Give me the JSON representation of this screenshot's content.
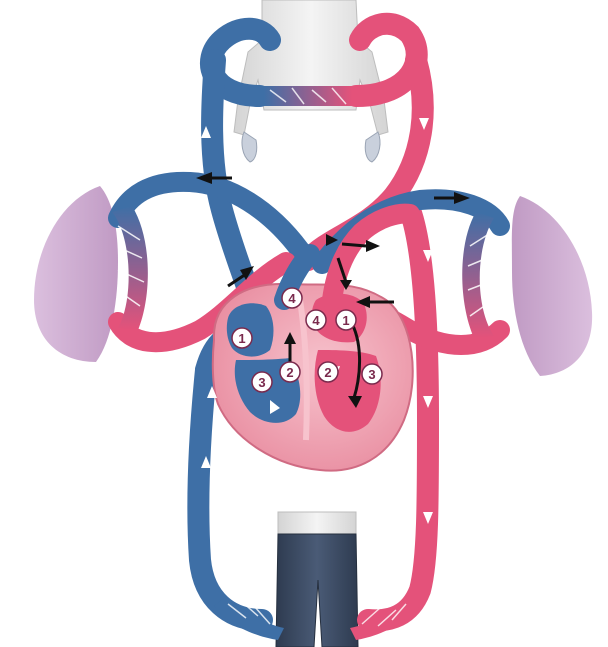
{
  "colors": {
    "oxygenated": "#e4527a",
    "oxygenated_light": "#f5a0b5",
    "deoxygenated": "#3e6fa6",
    "deoxygenated_light": "#7ea6d1",
    "lung": "#c9a3cc",
    "heart_outer": "#f2b3bf",
    "badge_fill": "#ffffff",
    "badge_text": "#7a2a4d",
    "arrow_dark": "#111111",
    "arrow_light": "#ffffff",
    "shirt": "#e6e6e6",
    "jeans": "#3b4a60",
    "skin": "#c9d0dc"
  },
  "labels": {
    "right_atrium": "1",
    "right_ventricle_entry": "2",
    "right_ventricle": "3",
    "pulmonary_trunk": "4",
    "left_atrium": "1",
    "left_ventricle_entry": "2",
    "left_ventricle": "3",
    "aorta": "4"
  },
  "icons": {
    "upper_body": "upper-body-figure-icon",
    "lower_body": "lower-body-figure-icon",
    "left_lung": "left-lung-icon",
    "right_lung": "right-lung-icon",
    "heart": "heart-icon"
  }
}
